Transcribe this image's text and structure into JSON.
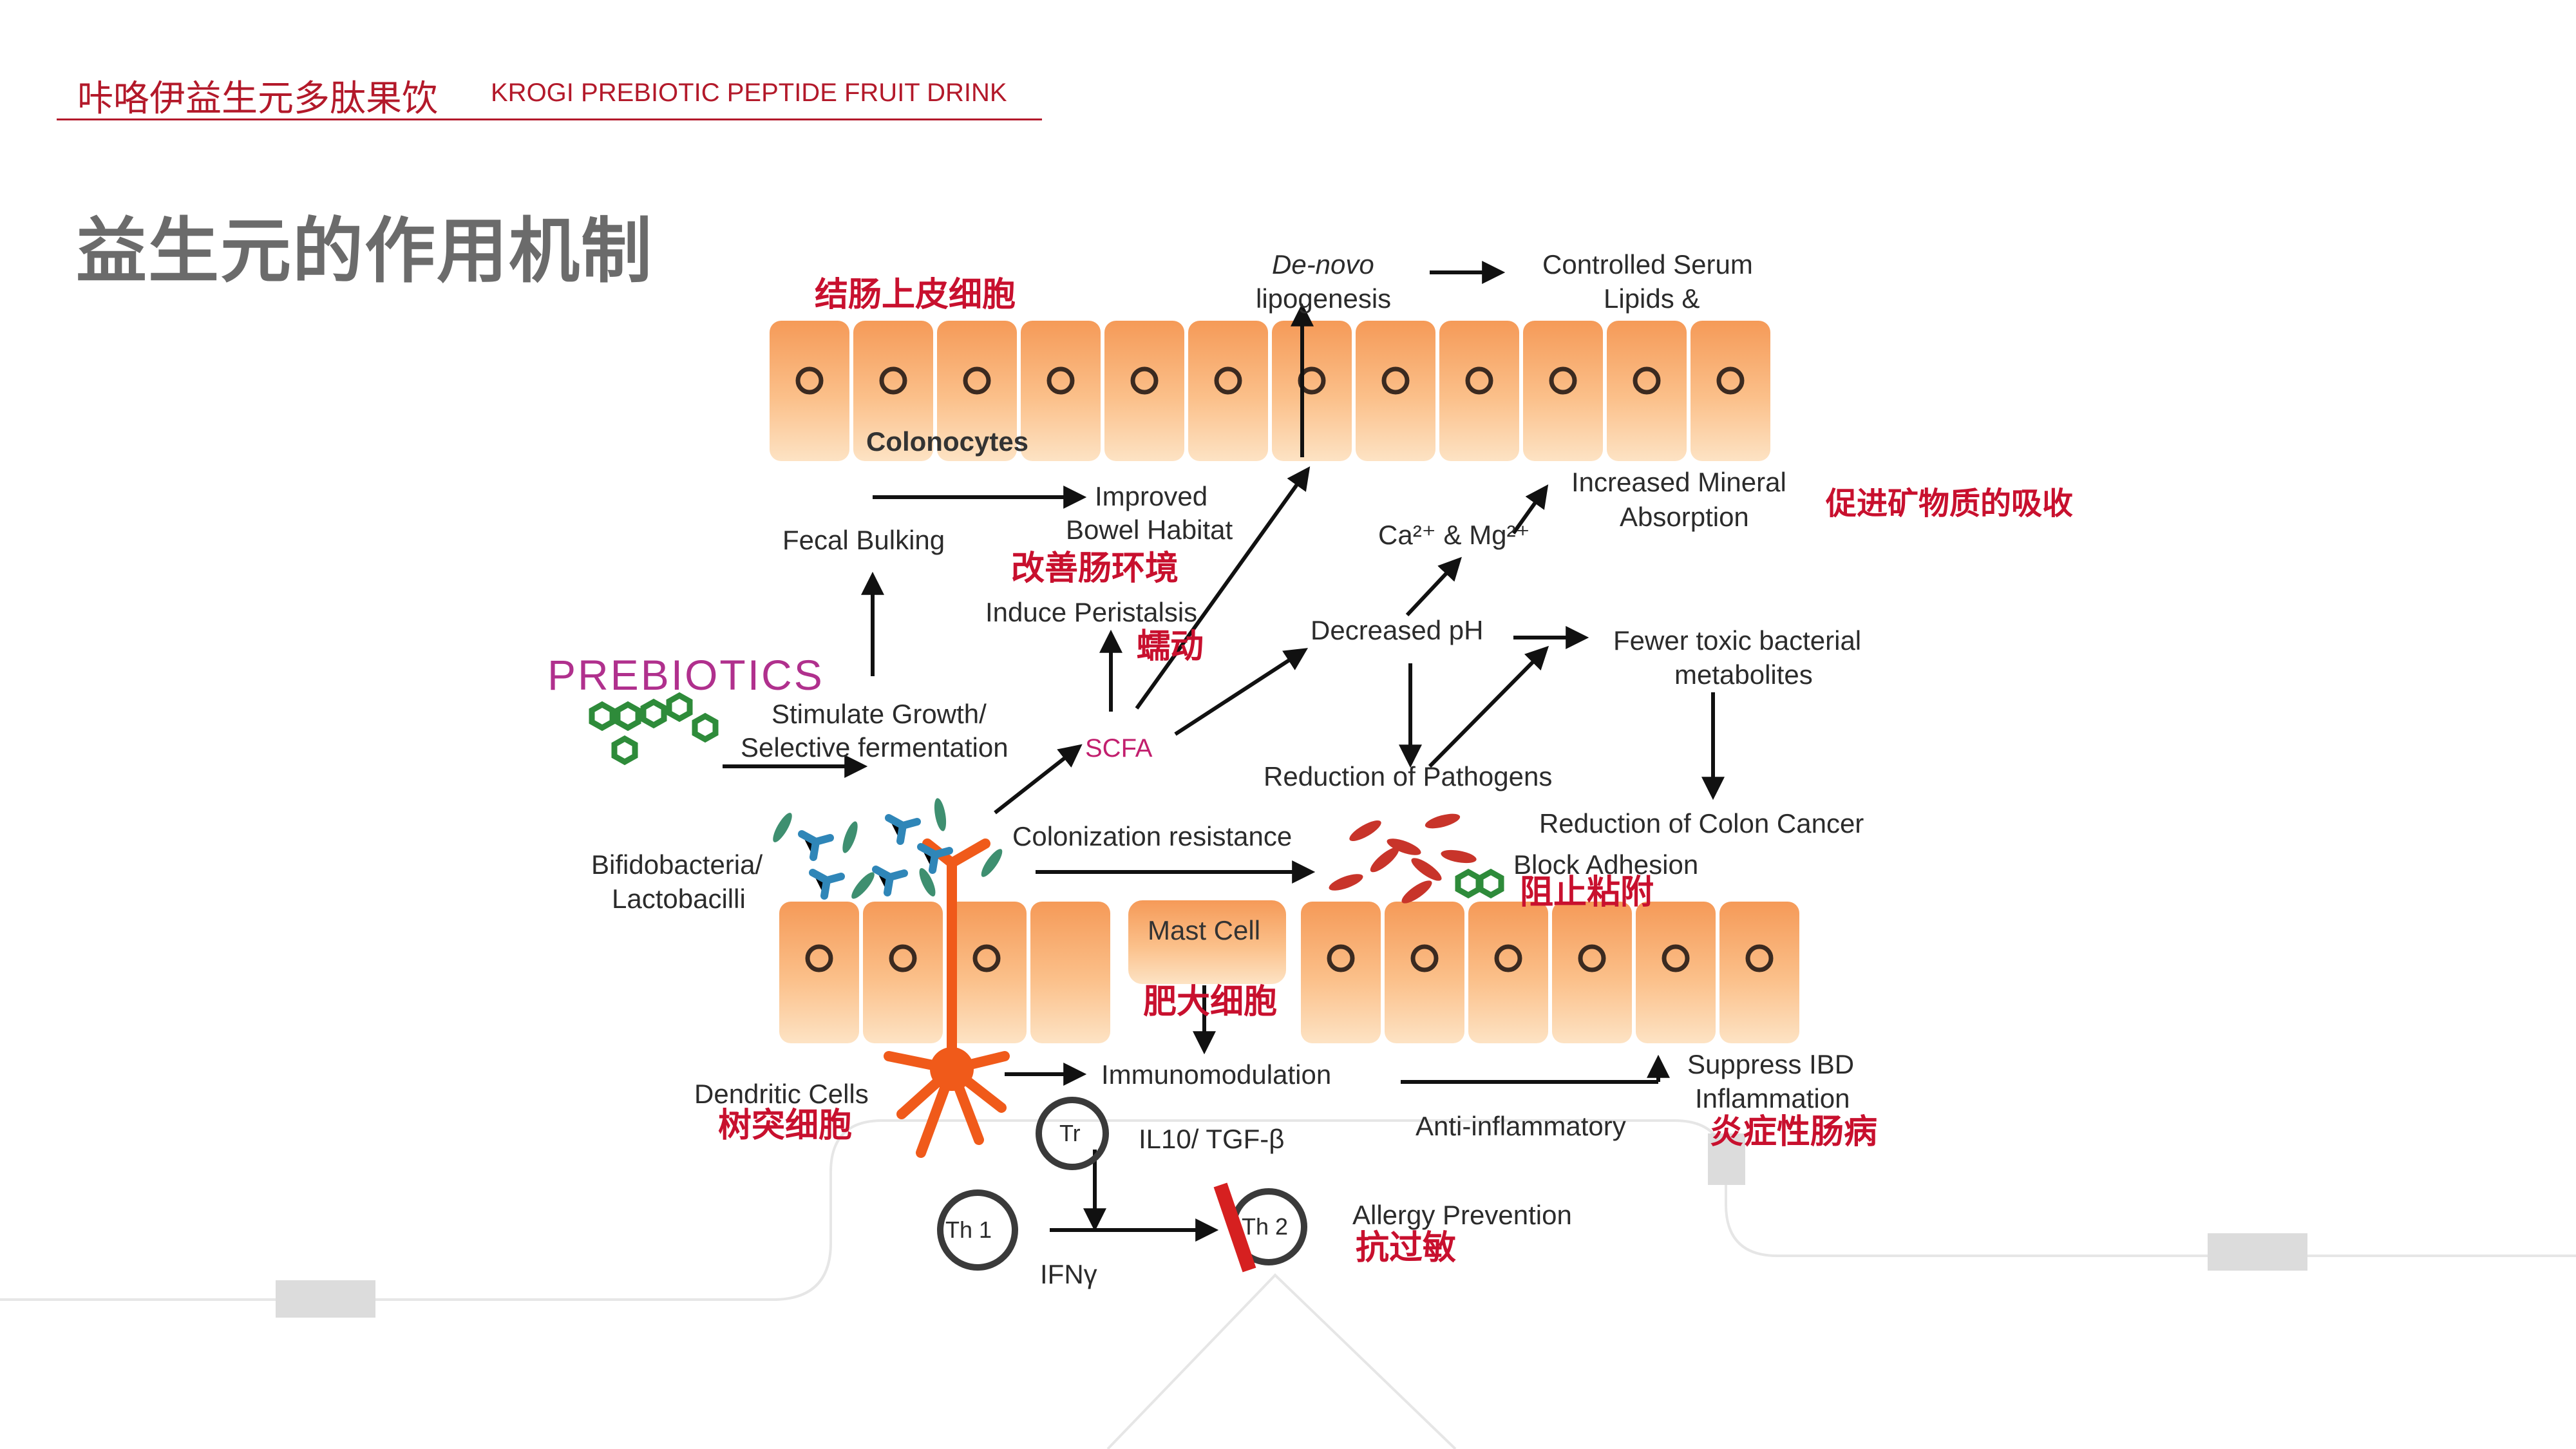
{
  "header": {
    "title_cn": "咔咯伊益生元多肽果饮",
    "title_en": "KROGI PREBIOTIC PEPTIDE FRUIT DRINK"
  },
  "page_title": "益生元的作用机制",
  "diagram": {
    "labels": {
      "de_novo": "De-novo",
      "lipogenesis": "lipogenesis",
      "controlled_serum": "Controlled Serum",
      "lipids": "Lipids &",
      "colonocytes": "Colonocytes",
      "improved": "Improved",
      "bowel_habitat": "Bowel Habitat",
      "fecal_bulking": "Fecal Bulking",
      "induce_peristalsis": "Induce Peristalsis",
      "increased_mineral": "Increased Mineral",
      "absorption": "Absorption",
      "ca_mg": "Ca²⁺ & Mg²⁺",
      "decreased_ph": "Decreased pH",
      "fewer_toxic": "Fewer toxic bacterial",
      "metabolites": "metabolites",
      "prebiotics": "PREBIOTICS",
      "stimulate_growth": "Stimulate Growth/",
      "selective_fermentation": "Selective fermentation",
      "scfa": "SCFA",
      "reduction_pathogens": "Reduction of Pathogens",
      "reduction_colon_cancer": "Reduction of Colon Cancer",
      "block_adhesion": "Block Adhesion",
      "colonization_resistance": "Colonization resistance",
      "bifidobacteria": "Bifidobacteria/",
      "lactobacilli": "Lactobacilli",
      "mast_cell": "Mast Cell",
      "dendritic_cells": "Dendritic Cells",
      "immunomodulation": "Immunomodulation",
      "suppress_ibd": "Suppress IBD",
      "inflammation": "Inflammation",
      "anti_inflammatory": "Anti-inflammatory",
      "tr": "Tr",
      "il10": "IL10/ TGF-β",
      "th1": "Th 1",
      "th2": "Th 2",
      "ifny": "IFNγ",
      "allergy_prevention": "Allergy Prevention"
    },
    "annotations_cn": {
      "colon_epithelium": "结肠上皮细胞",
      "mineral_absorption": "促进矿物质的吸收",
      "improve_bowel": "改善肠环境",
      "peristalsis": "蠕动",
      "block_adhesion": "阻止粘附",
      "mast_cell": "肥大细胞",
      "dendritic": "树突细胞",
      "ibd": "炎症性肠病",
      "anti_allergy": "抗过敏"
    }
  },
  "colors": {
    "brand_red": "#b3192a",
    "annotation_red": "#c8102e",
    "cell_orange": "#f7a86a",
    "prebiotic_magenta": "#b0308d",
    "prebiotic_green": "#2e8b3a"
  }
}
